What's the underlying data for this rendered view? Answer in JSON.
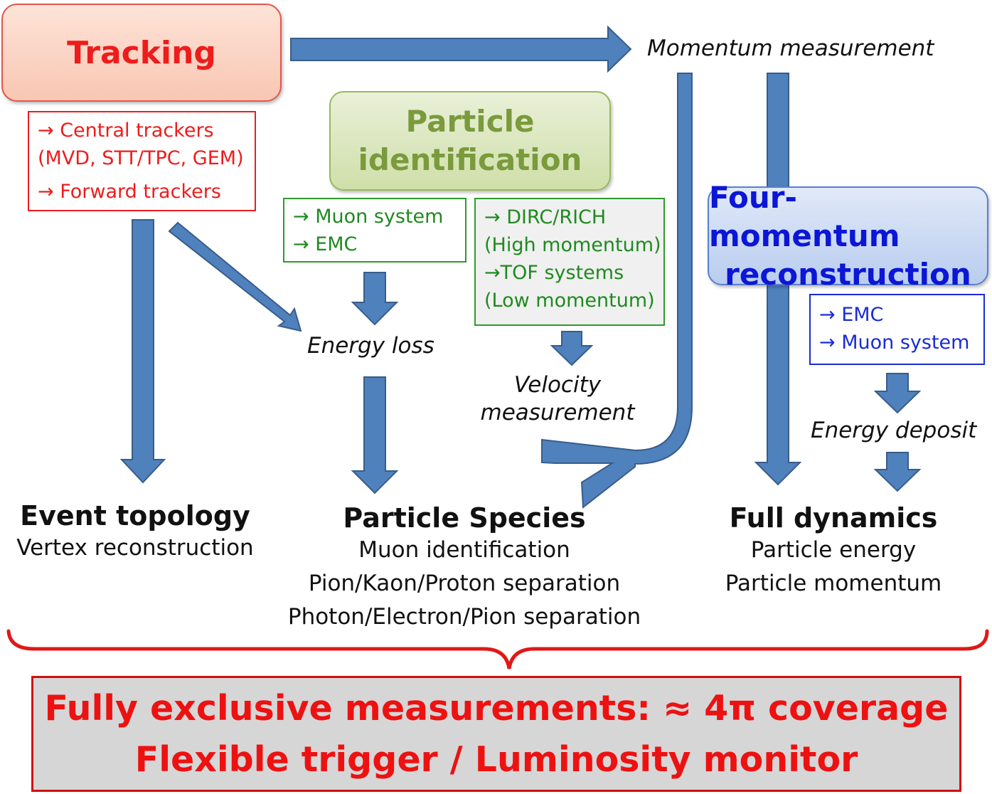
{
  "tracking": {
    "title": "Tracking",
    "items": [
      "→ Central trackers",
      "(MVD, STT/TPC, GEM)",
      "→ Forward trackers"
    ]
  },
  "pid": {
    "title_line1": "Particle",
    "title_line2": "identification",
    "list1": [
      "→ Muon system",
      "→ EMC"
    ],
    "list2": [
      "→ DIRC/RICH",
      "(High momentum)",
      "→TOF systems",
      "(Low momentum)"
    ]
  },
  "four_momentum": {
    "title_line1": "Four-momentum",
    "title_line2": "reconstruction",
    "items": [
      "→ EMC",
      "→ Muon system"
    ]
  },
  "labels": {
    "momentum_measurement": "Momentum measurement",
    "energy_loss": "Energy loss",
    "velocity_line1": "Velocity",
    "velocity_line2": "measurement",
    "energy_deposit": "Energy deposit"
  },
  "outcomes": {
    "event_topology": {
      "title": "Event topology",
      "items": [
        "Vertex reconstruction"
      ]
    },
    "particle_species": {
      "title": "Particle Species",
      "items": [
        "Muon identification",
        "Pion/Kaon/Proton separation",
        "Photon/Electron/Pion separation"
      ]
    },
    "full_dynamics": {
      "title": "Full dynamics",
      "items": [
        "Particle energy",
        "Particle momentum"
      ]
    }
  },
  "footer": {
    "line1": "Fully exclusive measurements:  ≈ 4π coverage",
    "line2": "Flexible trigger / Luminosity monitor"
  },
  "colors": {
    "arrow": "#4f81bd",
    "arrow_edge": "#385d8a",
    "red": "#ee1c1c",
    "green": "#1f8a1f",
    "blue": "#1a2bd6"
  }
}
